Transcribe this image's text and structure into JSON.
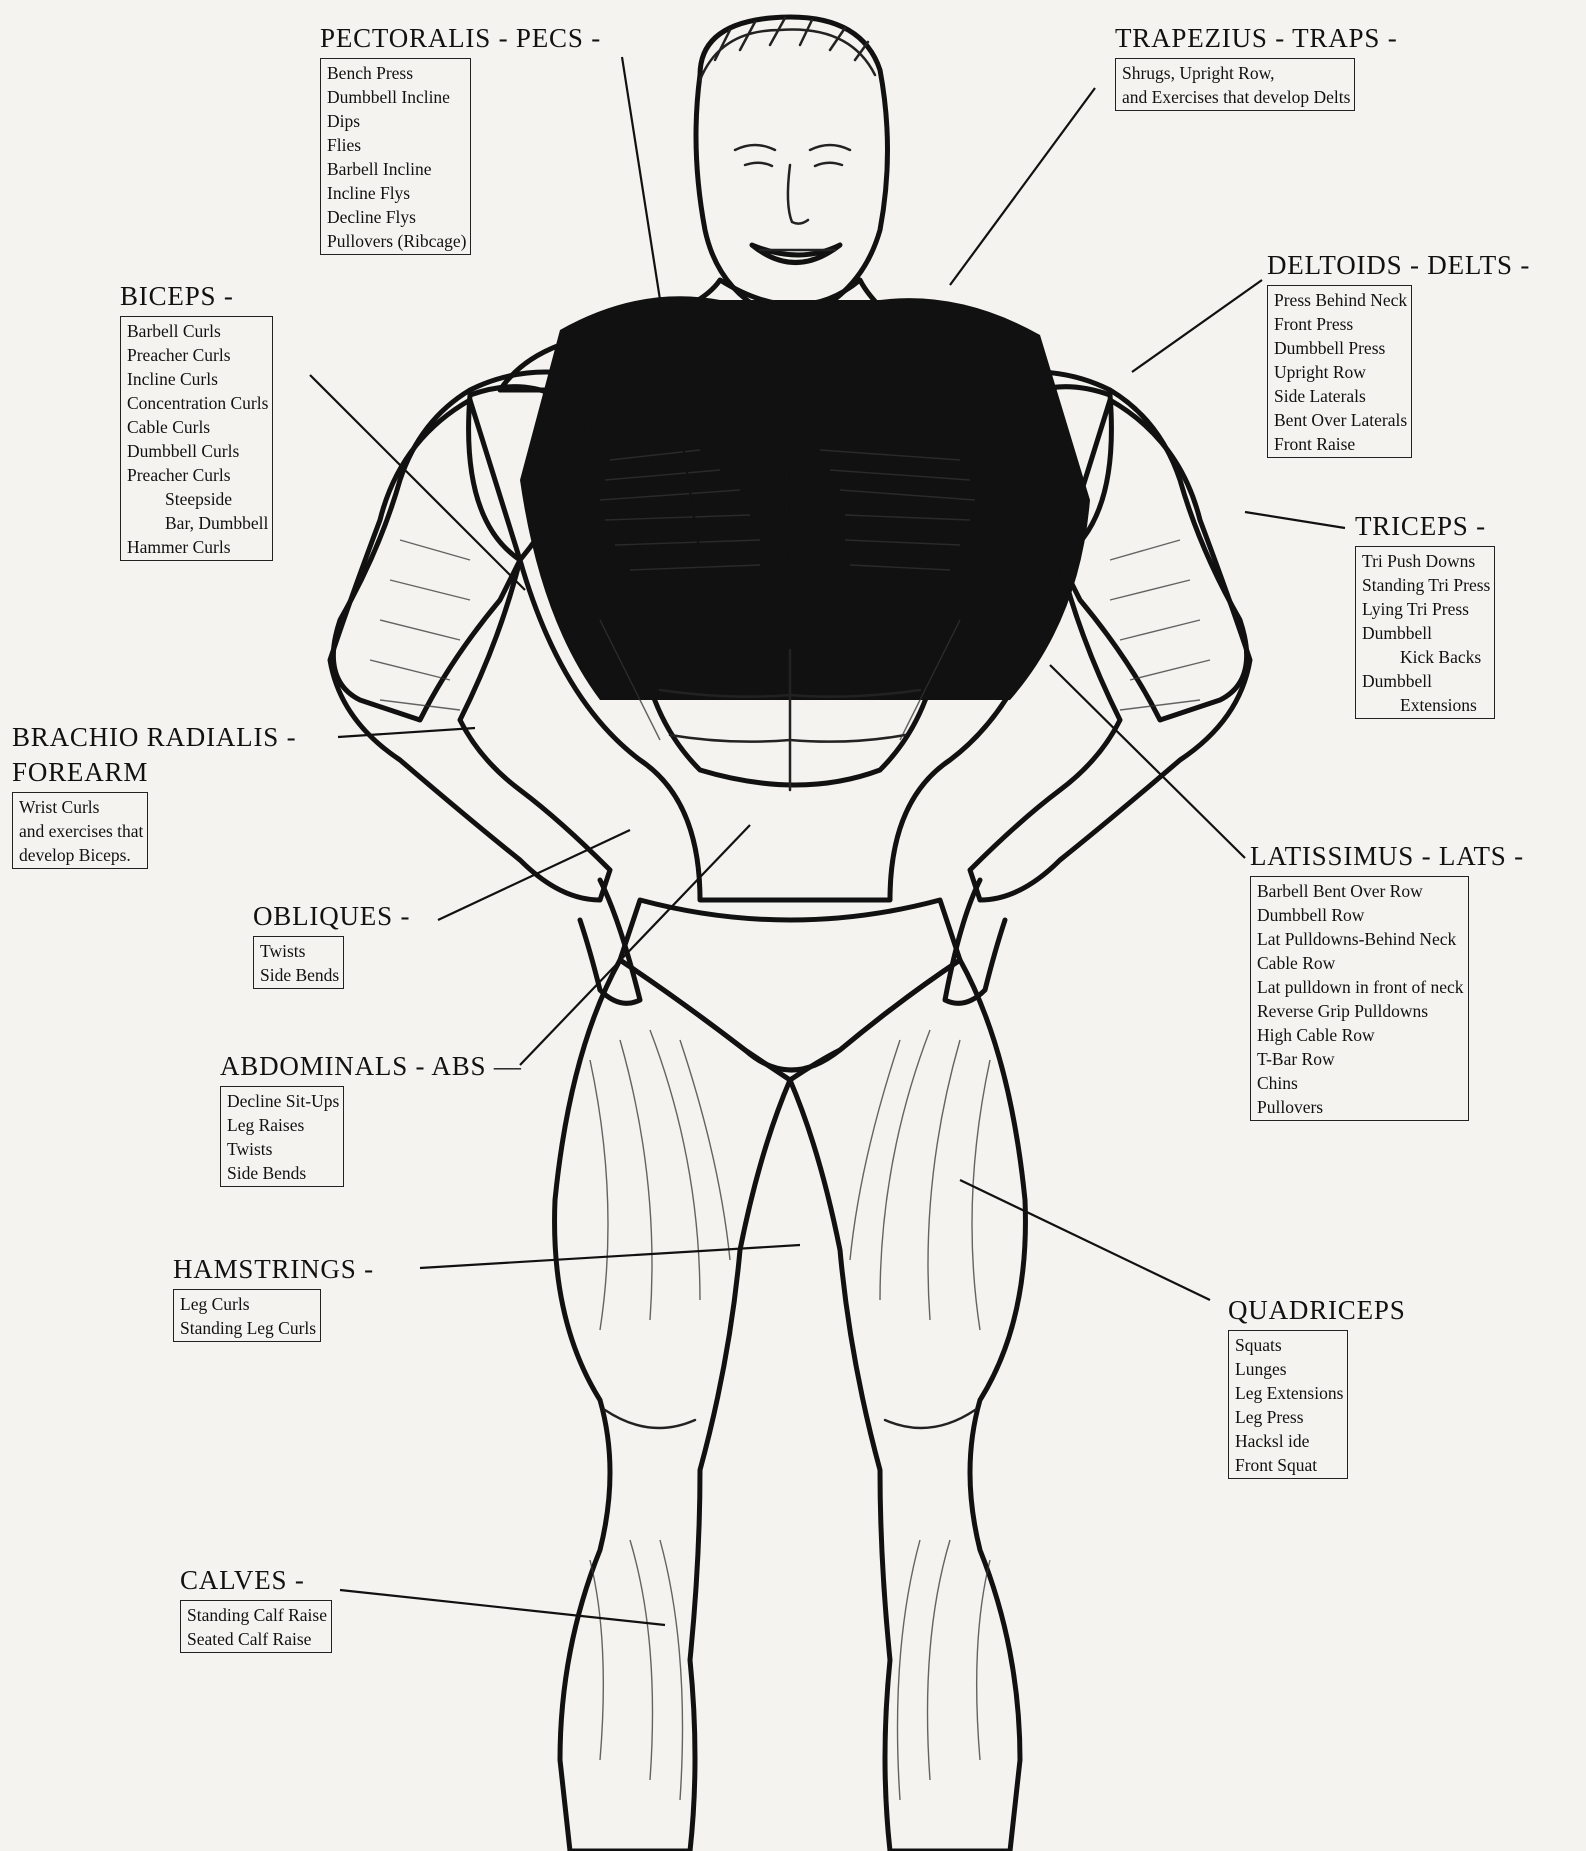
{
  "muscles": {
    "pectoralis": {
      "title": "PECTORALIS - PECS -",
      "exercises": [
        "Bench Press",
        "Dumbbell Incline",
        "Dips",
        "Flies",
        "Barbell Incline",
        "Incline Flys",
        "Decline Flys",
        "Pullovers (Ribcage)"
      ]
    },
    "trapezius": {
      "title": "TRAPEZIUS - TRAPS -",
      "exercises": [
        "Shrugs, Upright Row,",
        "and Exercises that develop Delts"
      ]
    },
    "deltoids": {
      "title": "DELTOIDS - DELTS -",
      "exercises": [
        "Press Behind Neck",
        "Front Press",
        "Dumbbell Press",
        "Upright Row",
        "Side Laterals",
        "Bent Over Laterals",
        "Front Raise"
      ]
    },
    "biceps": {
      "title": "BICEPS -",
      "exercises": [
        "Barbell Curls",
        "Preacher Curls",
        "Incline Curls",
        "Concentration Curls",
        "Cable Curls",
        "Dumbbell Curls",
        "Preacher Curls",
        "Steepside",
        "Bar, Dumbbell",
        "Hammer Curls"
      ]
    },
    "triceps": {
      "title": "TRICEPS -",
      "exercises": [
        "Tri Push Downs",
        "Standing Tri Press",
        "Lying Tri Press",
        "Dumbbell",
        "Kick Backs",
        "Dumbbell",
        "Extensions"
      ]
    },
    "brachio_radialis": {
      "title": "BRACHIO RADIALIS -",
      "subtitle": "FOREARM",
      "exercises": [
        "Wrist Curls",
        "and exercises that",
        "develop Biceps."
      ]
    },
    "latissimus": {
      "title": "LATISSIMUS - LATS -",
      "exercises": [
        "Barbell Bent Over Row",
        "Dumbbell Row",
        "Lat Pulldowns-Behind Neck",
        "Cable Row",
        "Lat pulldown  in front of neck",
        "Reverse Grip Pulldowns",
        "High Cable Row",
        "T-Bar Row",
        "Chins",
        "Pullovers"
      ]
    },
    "obliques": {
      "title": "OBLIQUES -",
      "exercises": [
        "Twists",
        "Side Bends"
      ]
    },
    "abdominals": {
      "title": "ABDOMINALS - ABS —",
      "exercises": [
        "Decline Sit-Ups",
        "Leg Raises",
        "Twists",
        "Side Bends"
      ]
    },
    "hamstrings": {
      "title": "HAMSTRINGS -",
      "exercises": [
        "Leg Curls",
        "Standing Leg Curls"
      ]
    },
    "quadriceps": {
      "title": "QUADRICEPS",
      "exercises": [
        "Squats",
        "Lunges",
        "Leg Extensions",
        "Leg Press",
        "Hacksl ide",
        "Front Squat"
      ]
    },
    "calves": {
      "title": "CALVES -",
      "exercises": [
        "Standing Calf Raise",
        "Seated Calf Raise"
      ]
    }
  },
  "colors": {
    "paper": "#f4f3ef",
    "ink": "#111111"
  }
}
